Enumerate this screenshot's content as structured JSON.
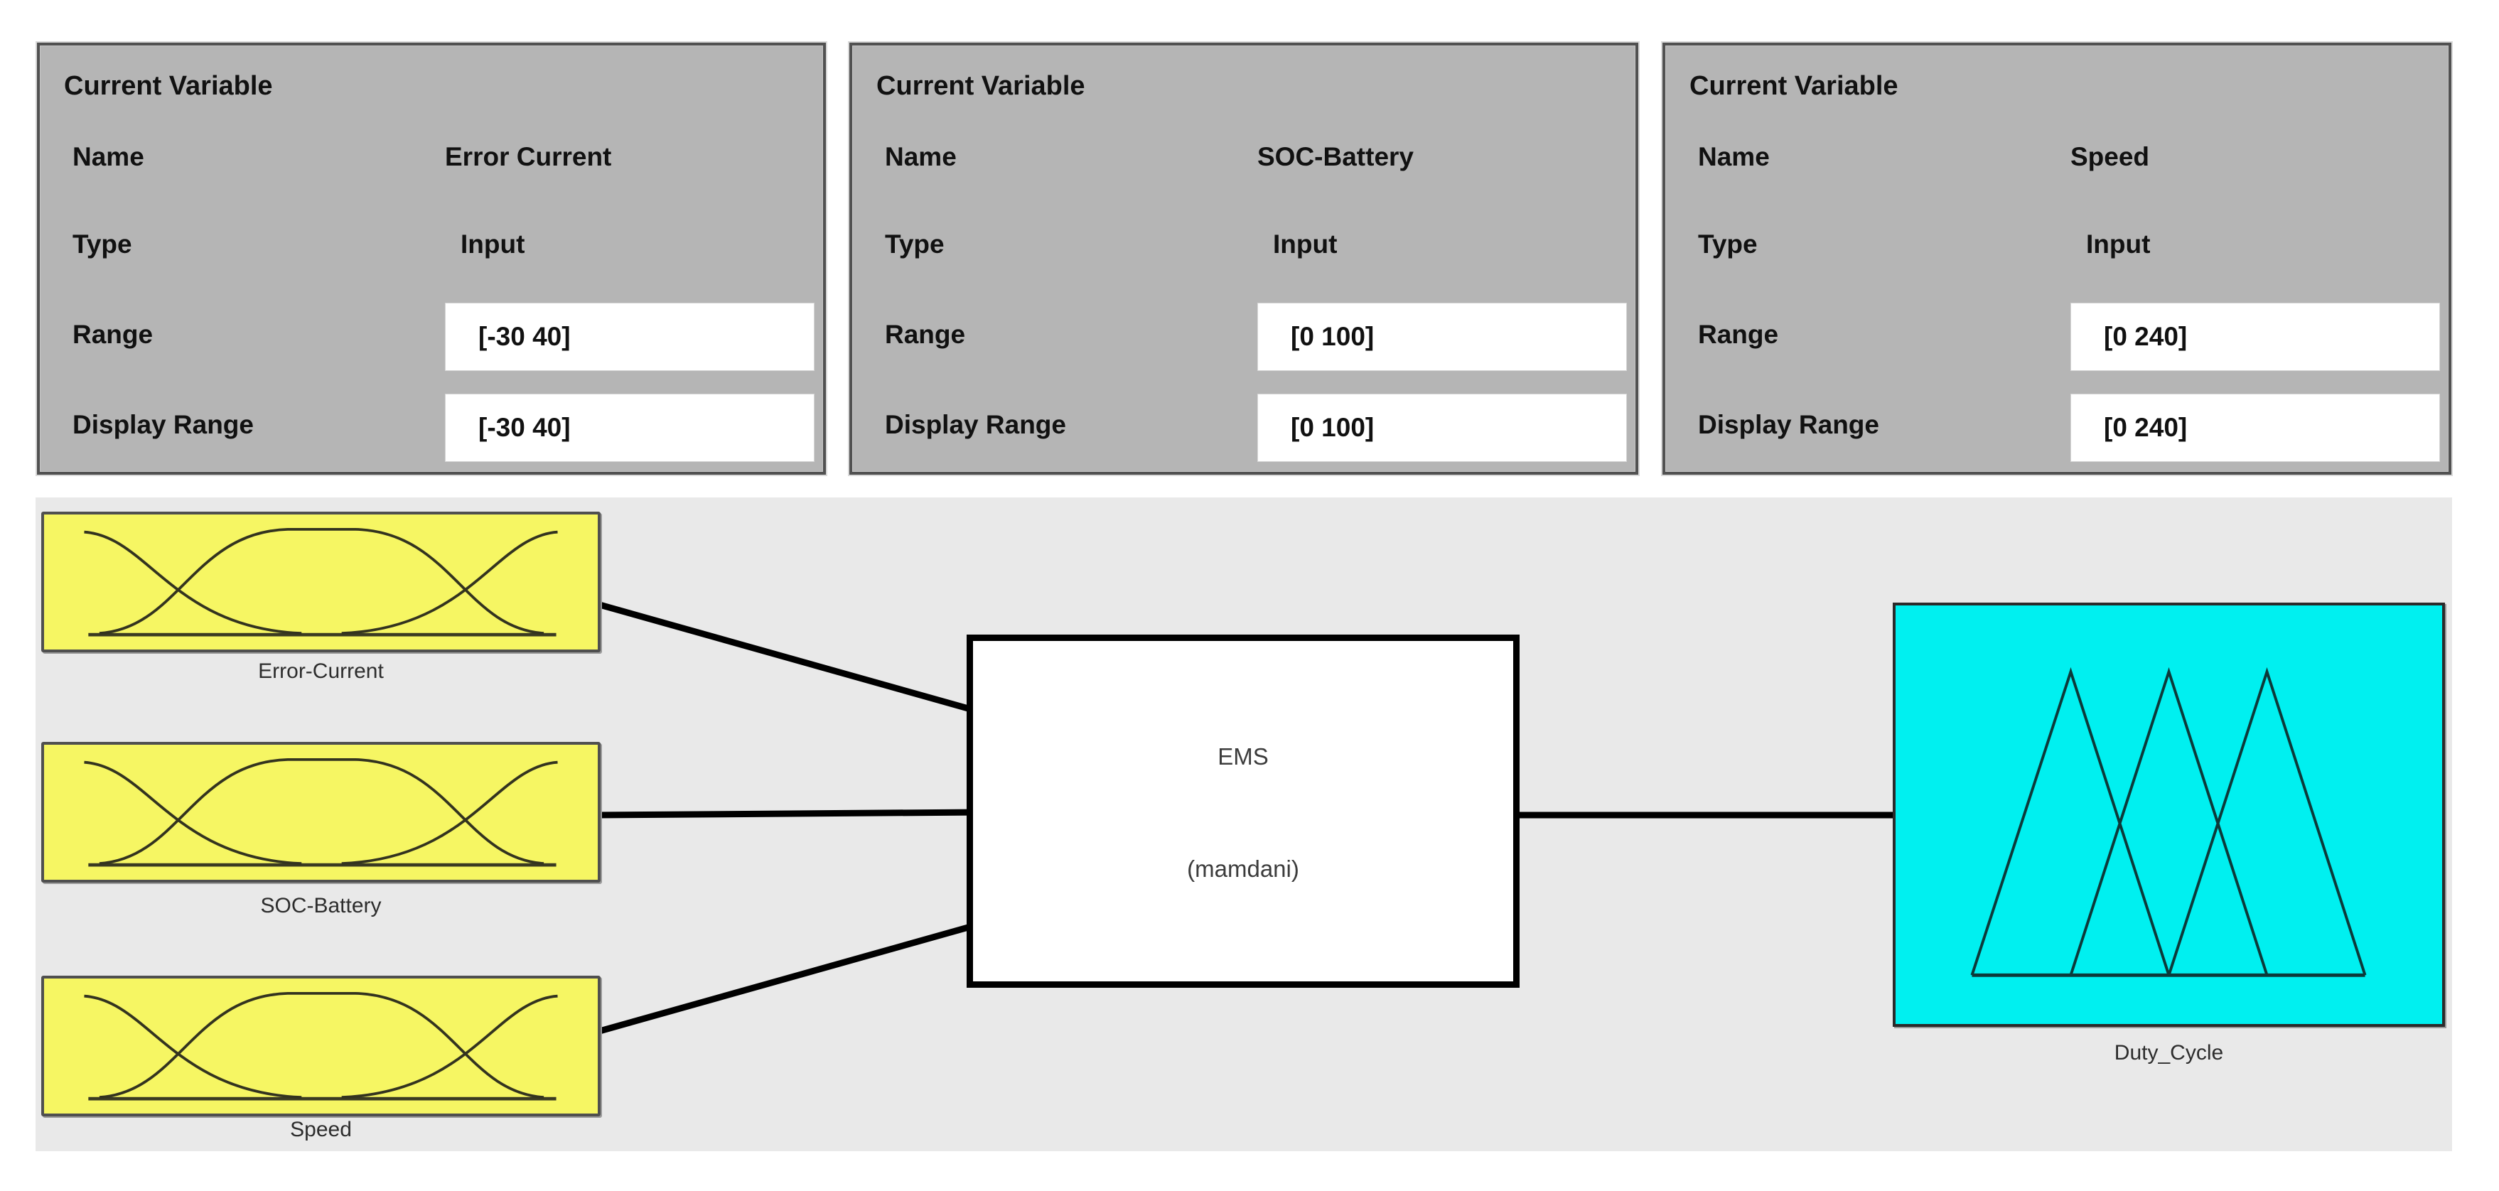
{
  "panels": [
    {
      "title": "Current Variable",
      "fields": {
        "name_label": "Name",
        "name_value": "Error Current",
        "type_label": "Type",
        "type_value": "Input",
        "range_label": "Range",
        "range_value": "[-30 40]",
        "display_range_label": "Display Range",
        "display_range_value": "[-30 40]"
      }
    },
    {
      "title": "Current Variable",
      "fields": {
        "name_label": "Name",
        "name_value": "SOC-Battery",
        "type_label": "Type",
        "type_value": "Input",
        "range_label": "Range",
        "range_value": "[0 100]",
        "display_range_label": "Display Range",
        "display_range_value": "[0 100]"
      }
    },
    {
      "title": "Current Variable",
      "fields": {
        "name_label": "Name",
        "name_value": "Speed",
        "type_label": "Type",
        "type_value": "Input",
        "range_label": "Range",
        "range_value": "[0 240]",
        "display_range_label": "Display Range",
        "display_range_value": "[0 240]"
      }
    }
  ],
  "diagram": {
    "input_variables": [
      {
        "label": "Error-Current",
        "mf_type": "gaussian-membership-curves"
      },
      {
        "label": "SOC-Battery",
        "mf_type": "gaussian-membership-curves"
      },
      {
        "label": "Speed",
        "mf_type": "gaussian-membership-curves"
      }
    ],
    "inference_system": {
      "name": "EMS",
      "type": "(mamdani)"
    },
    "output_variable": {
      "label": "Duty_Cycle",
      "mf_type": "triangular-membership-curves"
    },
    "colors": {
      "input_box_fill": "#f6f663",
      "output_box_fill": "#00f0f0",
      "panel_bg": "#b5b5b5",
      "diagram_bg": "#e9e9e9",
      "wire_color": "#000000"
    }
  }
}
